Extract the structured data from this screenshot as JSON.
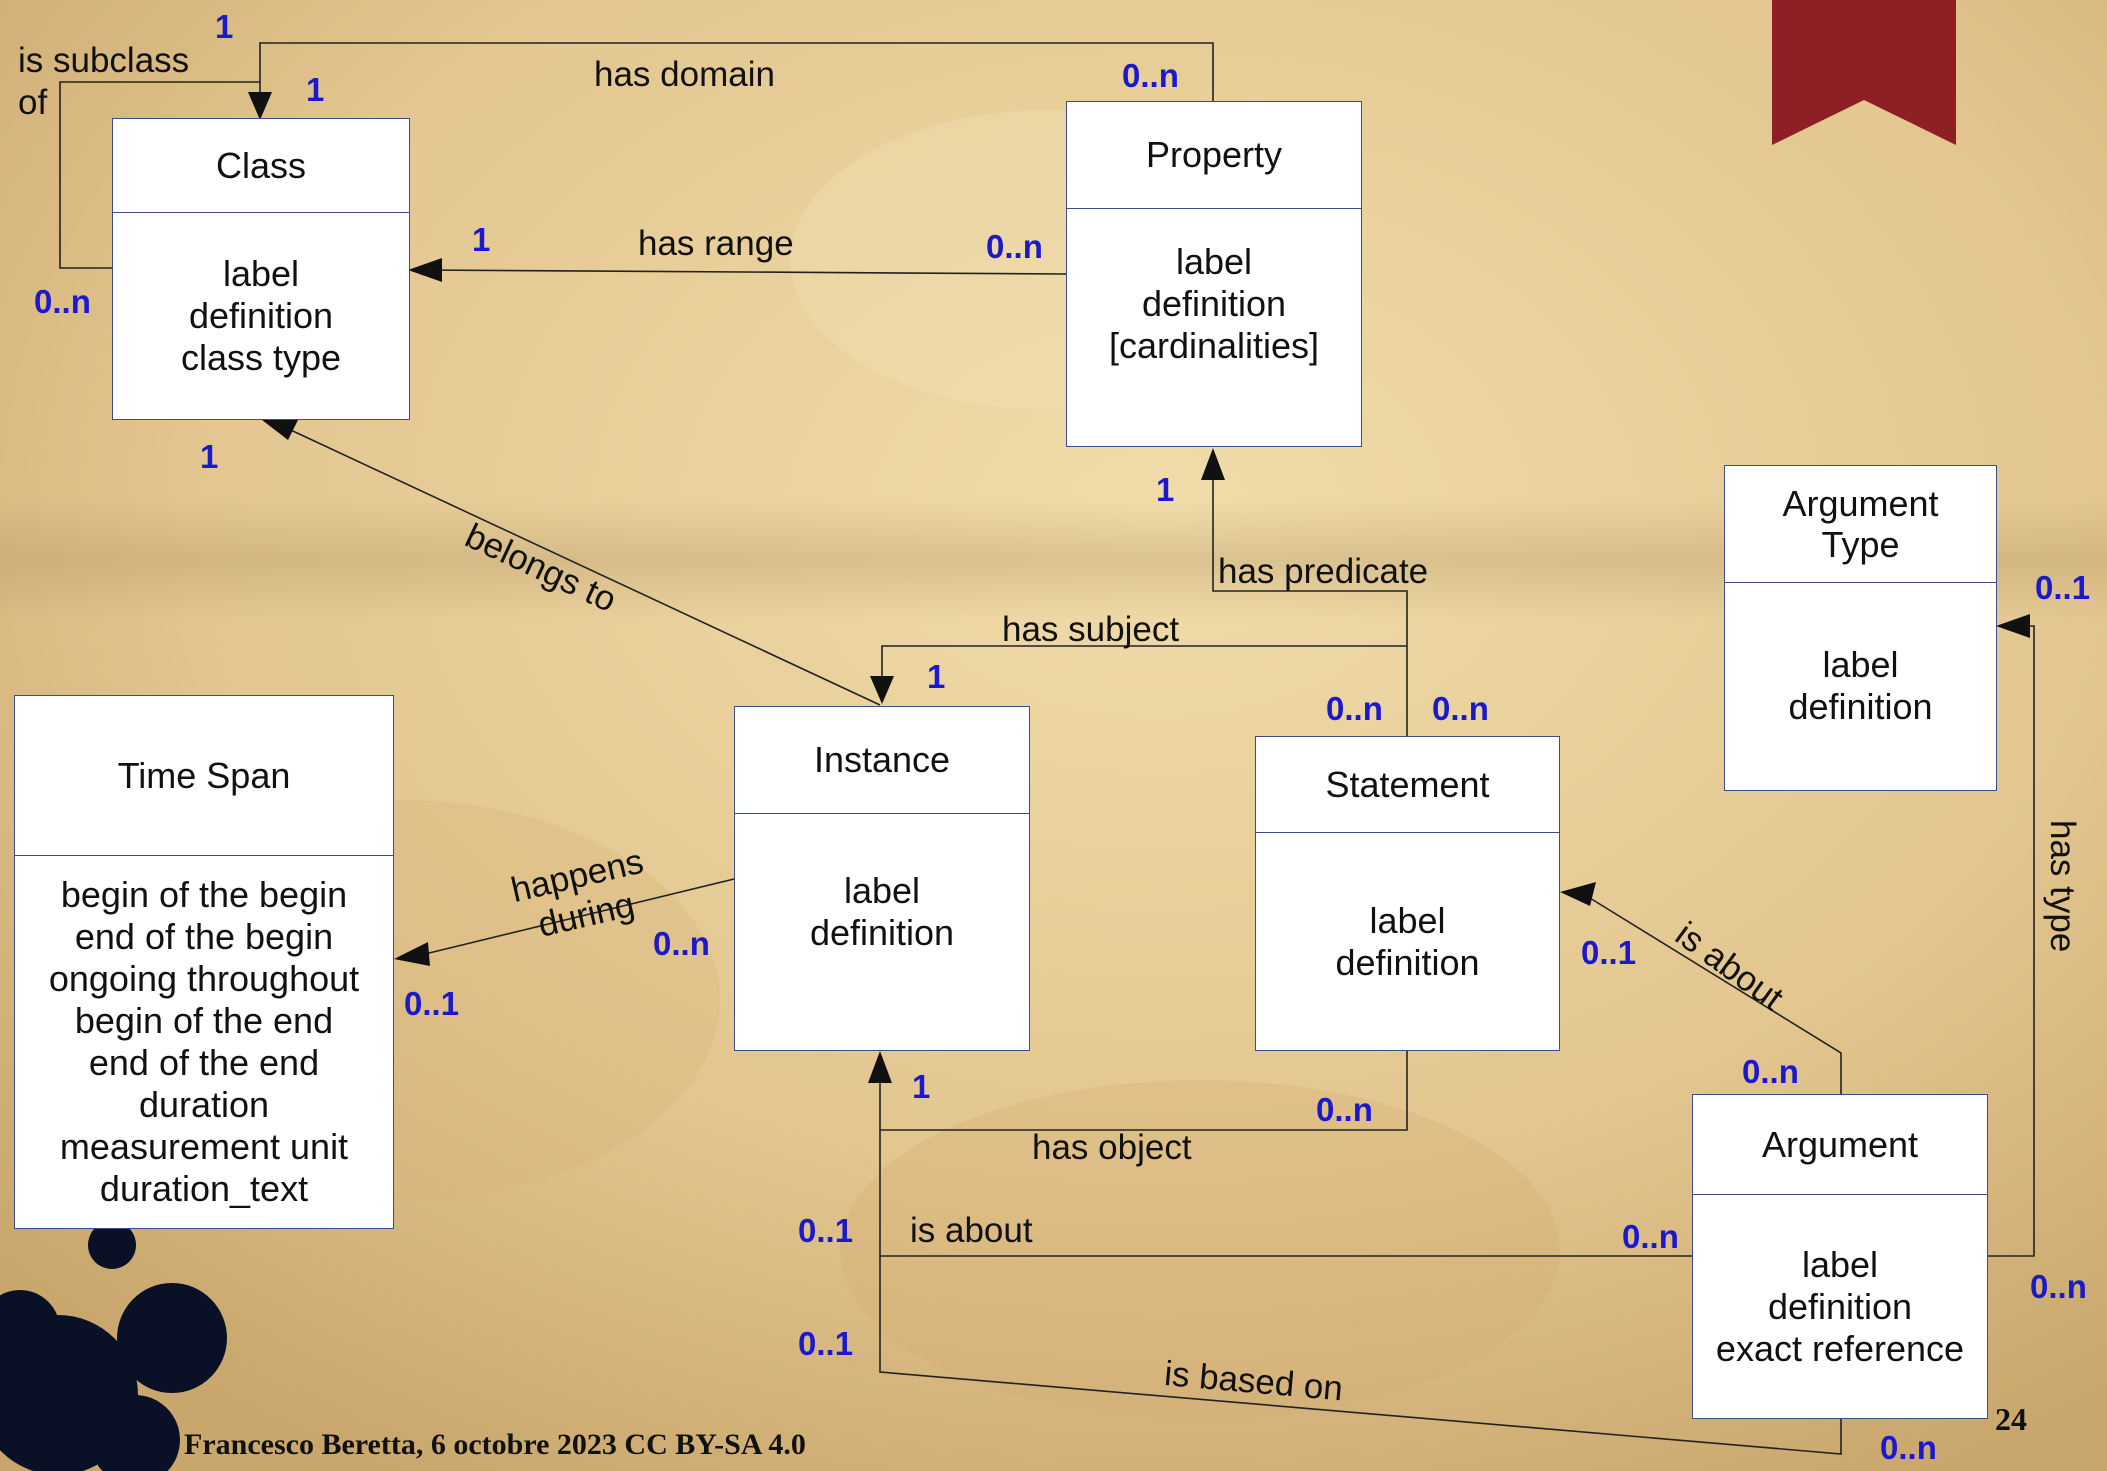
{
  "entities": {
    "class": {
      "title": "Class",
      "attrs": [
        "label",
        "definition",
        "class type"
      ]
    },
    "property": {
      "title": "Property",
      "attrs": [
        "label",
        "definition",
        "[cardinalities]"
      ]
    },
    "argument_type": {
      "title": "Argument Type",
      "attrs": [
        "label",
        "definition"
      ]
    },
    "time_span": {
      "title": "Time Span",
      "attrs": [
        "begin of the begin",
        "end of the begin",
        "ongoing throughout",
        "begin of the end",
        "end of the end",
        "duration",
        "measurement unit",
        "duration_text"
      ]
    },
    "instance": {
      "title": "Instance",
      "attrs": [
        "label",
        "definition"
      ]
    },
    "statement": {
      "title": "Statement",
      "attrs": [
        "label",
        "definition"
      ]
    },
    "argument": {
      "title": "Argument",
      "attrs": [
        "label",
        "definition",
        "exact reference"
      ]
    }
  },
  "relations": {
    "is_subclass_of": "is subclass of",
    "has_domain": "has domain",
    "has_range": "has range",
    "belongs_to": "belongs to",
    "has_predicate": "has predicate",
    "has_subject": "has subject",
    "happens_during": "happens during",
    "has_object": "has object",
    "is_about_statement": "is about",
    "is_about_instance": "is about",
    "has_type": "has type",
    "is_based_on": "is based on"
  },
  "cardinalities": {
    "subclass_top": "1",
    "subclass_arrow": "1",
    "subclass_bottom": "0..n",
    "domain_property": "0..n",
    "range_class": "1",
    "range_property": "0..n",
    "belongs_class": "1",
    "predicate_property": "1",
    "subject_instance": "1",
    "statement_left": "0..n",
    "statement_right": "0..n",
    "argtype": "0..1",
    "timespan": "0..1",
    "happens_instance": "0..n",
    "statement_about": "0..1",
    "argument_about": "0..n",
    "object_instance": "1",
    "object_statement": "0..n",
    "about_instance": "0..1",
    "about_argument": "0..n",
    "type_argument": "0..n",
    "based_instance": "0..1",
    "based_argument": "0..n"
  },
  "footer": {
    "credit": "Francesco Beretta, 6 octobre 2023 CC BY-SA 4.0",
    "page_number": "24"
  },
  "colors": {
    "cardinality": "#1a1acc",
    "box_border": "#3a4f8a",
    "ribbon": "#8e1f24",
    "background": "#e6cf9c"
  }
}
